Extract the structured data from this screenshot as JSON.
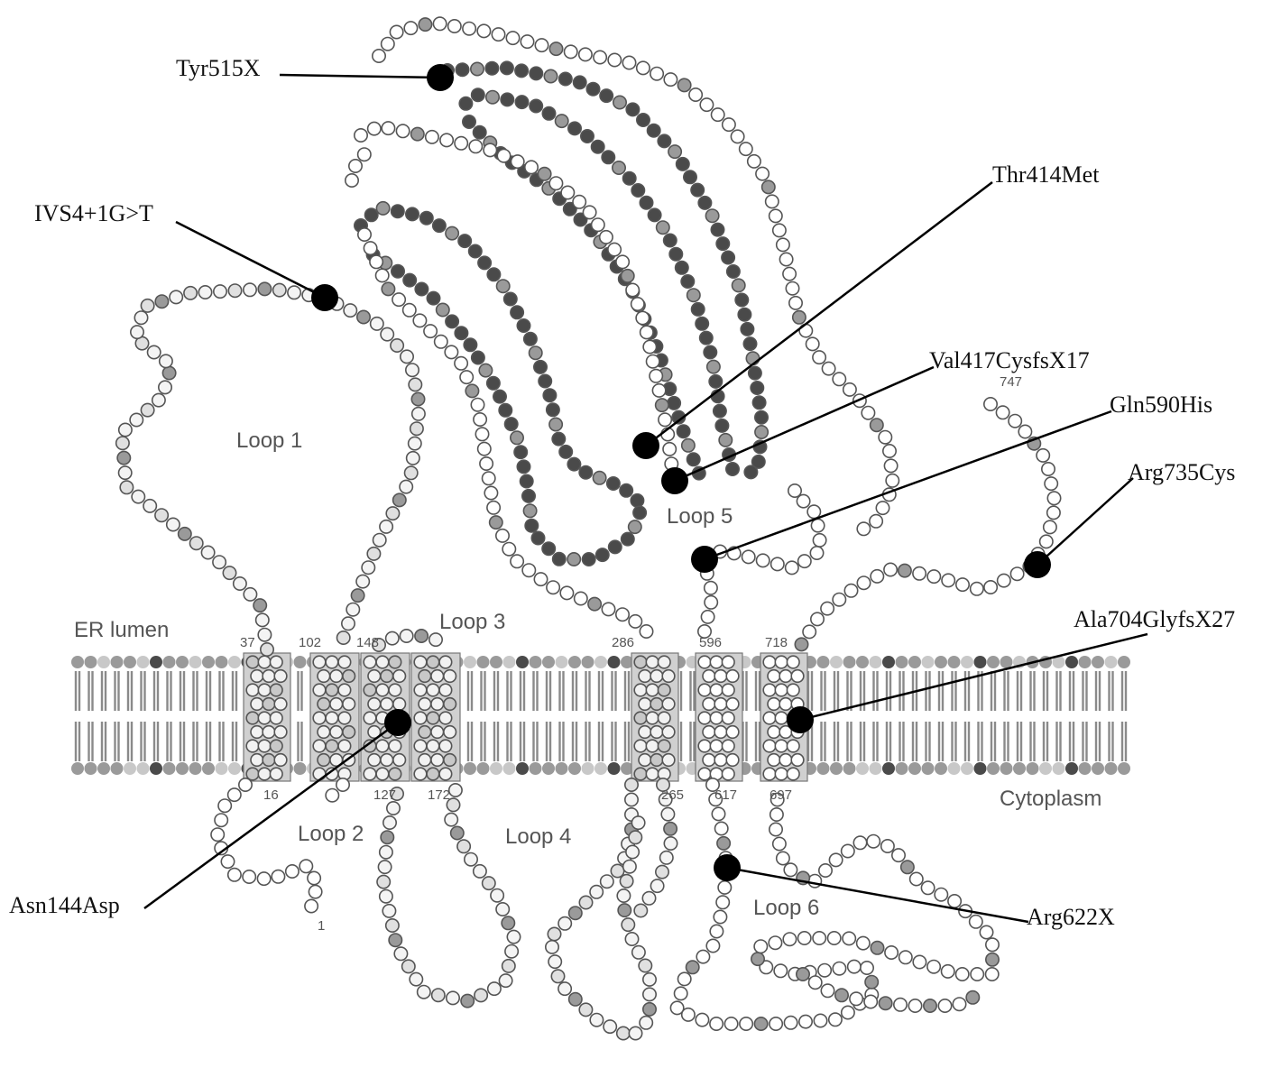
{
  "regions": {
    "lumen": "ER lumen",
    "cytoplasm": "Cytoplasm"
  },
  "loops": [
    "Loop 1",
    "Loop 2",
    "Loop 3",
    "Loop 4",
    "Loop 5",
    "Loop 6"
  ],
  "positions": [
    "37",
    "102",
    "148",
    "286",
    "596",
    "718",
    "16",
    "127",
    "172",
    "265",
    "617",
    "697",
    "747",
    "1"
  ],
  "mutations": [
    "Tyr515X",
    "IVS4+1G>T",
    "Thr414Met",
    "Val417CysfsX17",
    "Gln590His",
    "Arg735Cys",
    "Ala704GlyfsX27",
    "Asn144Asp",
    "Arg622X"
  ],
  "colors": {
    "residue_white": "#ffffff",
    "residue_light": "#c8c8c8",
    "residue_mid": "#9a9a9a",
    "residue_dark": "#4a4a4a",
    "mutation_marker": "#000000",
    "membrane_box": "#d0d0d0",
    "lipid_stripe": "#8a8a8a"
  }
}
